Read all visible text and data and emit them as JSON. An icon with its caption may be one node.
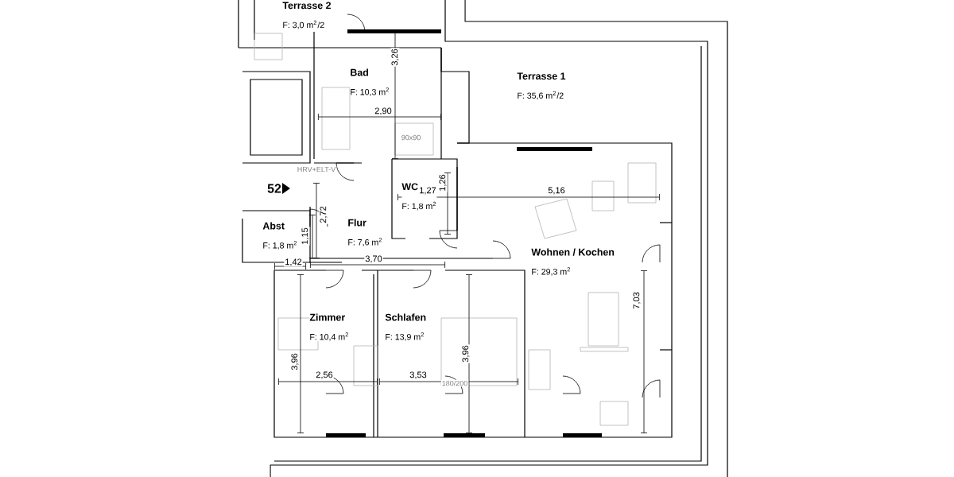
{
  "diagram": {
    "nodes": [
      {
        "text": [
          "Terrasse 2",
          "F: 3,0 m$^{2}$/2"
        ]
      },
      {
        "text": [
          "Bad",
          "F: 10,3 m$^{2}$"
        ]
      },
      {
        "text": [
          "Terrasse 1",
          "F: 35,6 m$^{2}$/2"
        ]
      },
      {
        "text": [
          "WC",
          "F: 1,8 m$^{2}$"
        ]
      },
      {
        "text": [
          "Abst",
          "F: 1,8 m$^{2}$"
        ]
      },
      {
        "text": [
          "Flur",
          "F: 7,6 m$^{2}$"
        ]
      },
      {
        "text": [
          "Wohnen / Kochen",
          "F: 29,3 m$^{2}$"
        ]
      },
      {
        "text": [
          "Zimmer",
          "F: 10,4 m$^{2}$"
        ]
      },
      {
        "text": [
          "Schlafen",
          "F: 13,9 m$^{2}$"
        ]
      }
    ],
    "labels": [
      "3,26",
      "2,90",
      "90x90",
      "HRV+ELT-V",
      "52",
      "1,27",
      "1,26",
      "5,16",
      "2,72",
      "1,15",
      "1,42",
      "3,70",
      "7,03",
      "3,96",
      "3,96",
      "2,56",
      "3,53",
      "180/200"
    ]
  }
}
